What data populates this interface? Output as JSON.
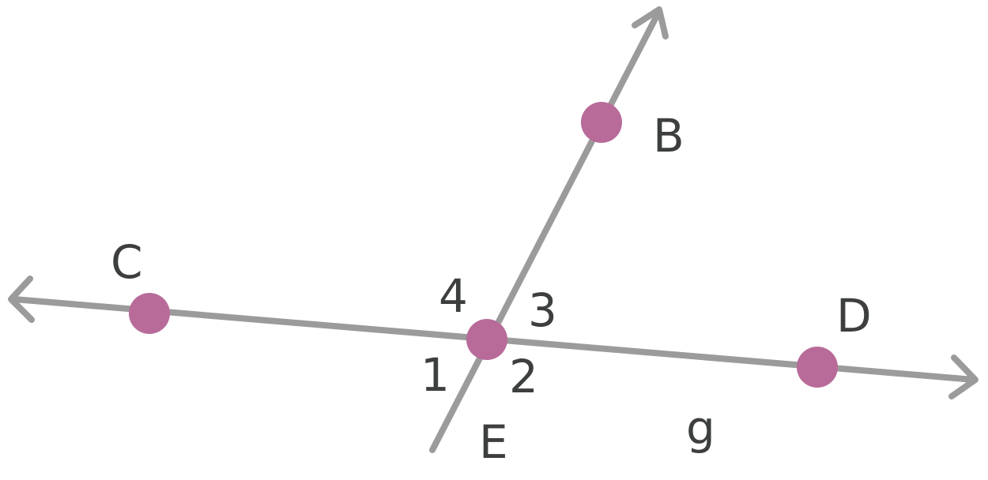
{
  "figure": {
    "type": "intersecting-lines",
    "colors": {
      "line": "#9b9b9b",
      "point": "#b86b99",
      "label": "#3d3f3f",
      "background": "#ffffff"
    },
    "lines": [
      {
        "name": "line-CD",
        "through": [
          "C",
          "E",
          "D"
        ],
        "arrowheads": "both"
      },
      {
        "name": "line-EB",
        "through": [
          "E",
          "B"
        ],
        "arrowheads": "B-end"
      }
    ],
    "points": {
      "B": "B",
      "C": "C",
      "D": "D",
      "E": "E"
    },
    "angles": {
      "a1": "1",
      "a2": "2",
      "a3": "3",
      "a4": "4"
    },
    "line_name": "g"
  }
}
